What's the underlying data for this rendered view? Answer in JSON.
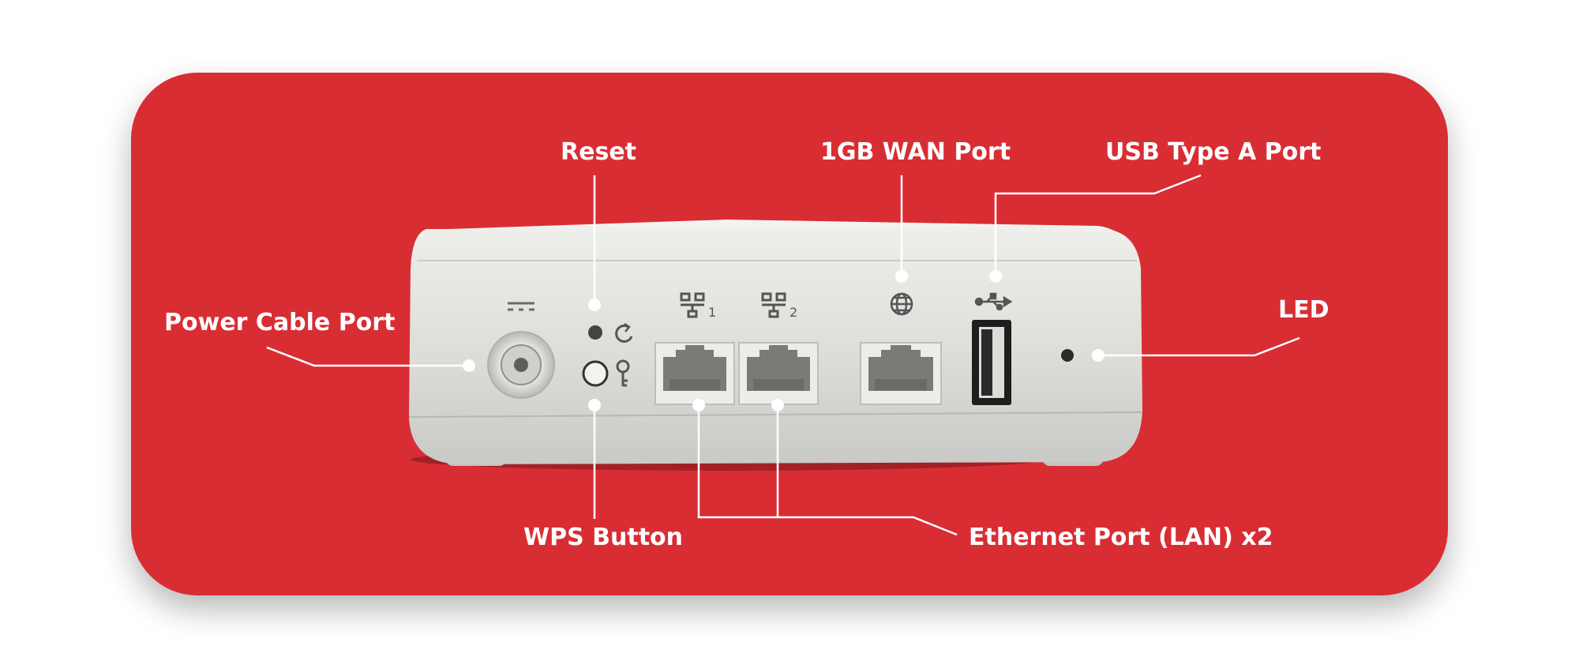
{
  "labels": {
    "reset": "Reset",
    "wan_port": "1GB WAN Port",
    "usb_port": "USB Type A Port",
    "power_port": "Power Cable Port",
    "led": "LED",
    "wps_button": "WPS Button",
    "ethernet_ports": "Ethernet Port (LAN) x2"
  },
  "device_markings": {
    "lan_1": "1",
    "lan_2": "2"
  },
  "colors": {
    "background": "#d92d34",
    "device_body": "#dcdcd8",
    "callout_lines": "#ffffff"
  },
  "icons": [
    "dc-power-icon",
    "reset-icon",
    "key-icon",
    "lan-icon",
    "globe-icon",
    "usb-icon"
  ]
}
